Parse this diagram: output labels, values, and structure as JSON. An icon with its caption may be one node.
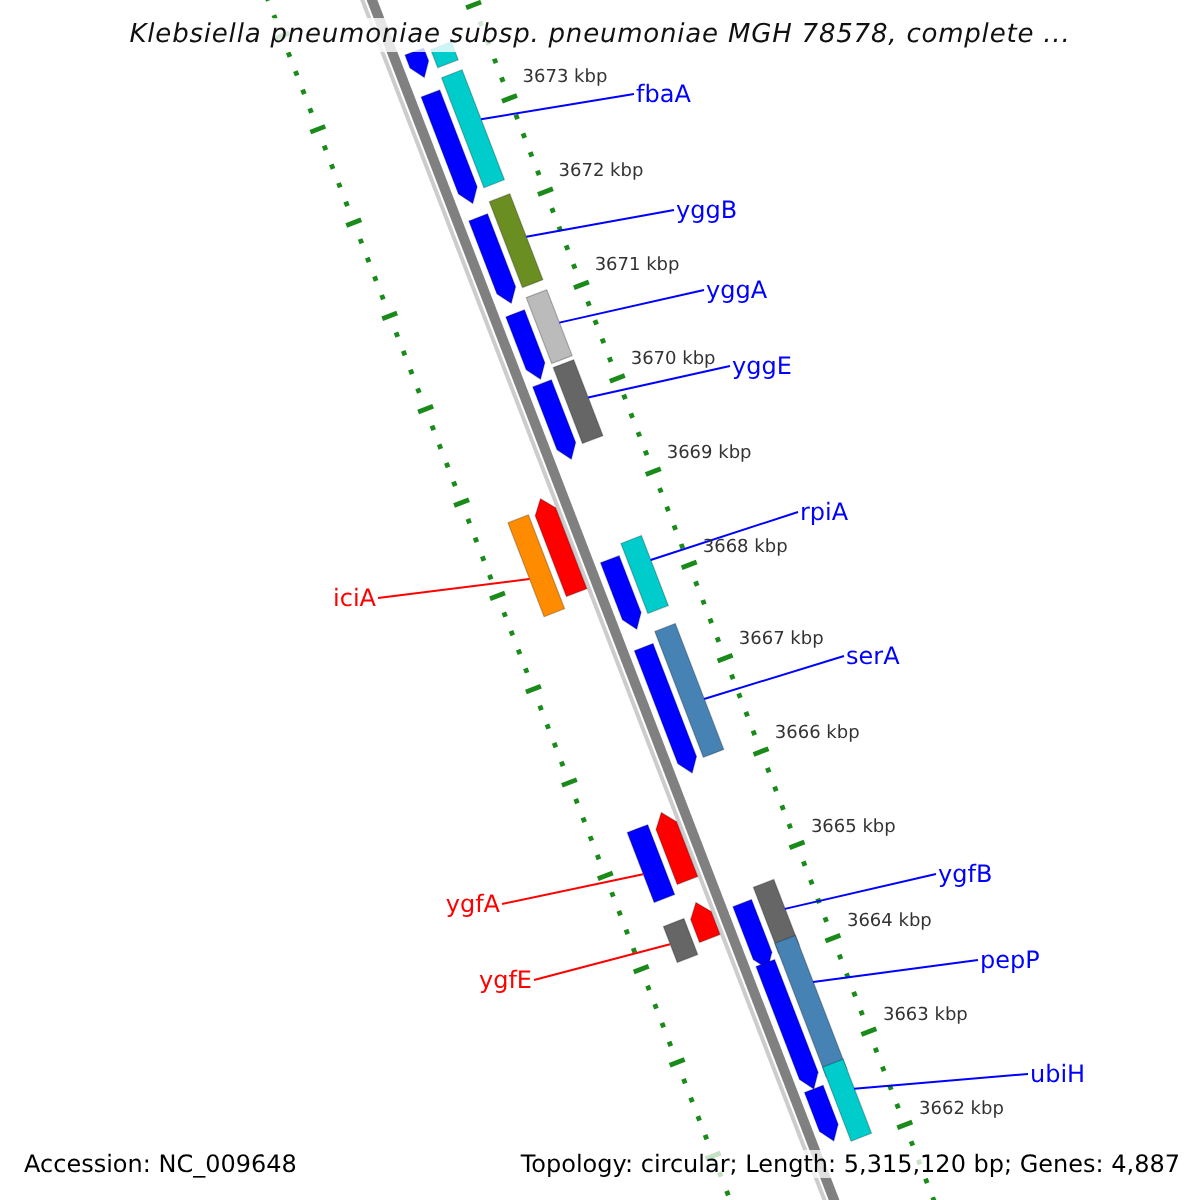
{
  "diagram": {
    "title": "Klebsiella pneumoniae subsp. pneumoniae MGH 78578, complete ...",
    "nodes": [
      {
        "text": [
          "fbaA"
        ]
      },
      {
        "text": [
          "yggB"
        ]
      },
      {
        "text": [
          "yggA"
        ]
      },
      {
        "text": [
          "yggE"
        ]
      },
      {
        "text": [
          "rpiA"
        ]
      },
      {
        "text": [
          "iciA"
        ]
      },
      {
        "text": [
          "serA"
        ]
      },
      {
        "text": [
          "ygfB"
        ]
      },
      {
        "text": [
          "ygfA"
        ]
      },
      {
        "text": [
          "pepP"
        ]
      },
      {
        "text": [
          "ygfE"
        ]
      },
      {
        "text": [
          "ubiH"
        ]
      },
      {
        "text": [],
        "shape": "box"
      },
      {
        "text": [],
        "shape": "box"
      },
      {
        "text": [],
        "shape": "box"
      },
      {
        "text": [],
        "shape": "box"
      },
      {
        "text": [],
        "shape": "box"
      },
      {
        "text": [],
        "shape": "box"
      },
      {
        "text": [],
        "shape": "box"
      },
      {
        "text": [],
        "shape": "box"
      },
      {
        "text": [],
        "shape": "box"
      },
      {
        "text": [],
        "shape": "box"
      },
      {
        "text": [],
        "shape": "box"
      },
      {
        "text": [],
        "shape": "box"
      },
      {
        "text": [],
        "shape": "box"
      },
      {
        "text": [],
        "shape": "arrow"
      },
      {
        "text": [],
        "shape": "arrow"
      },
      {
        "text": [],
        "shape": "arrow"
      },
      {
        "text": [],
        "shape": "arrow"
      },
      {
        "text": [],
        "shape": "arrow"
      },
      {
        "text": [],
        "shape": "arrow"
      },
      {
        "text": [],
        "shape": "arrow"
      },
      {
        "text": [],
        "shape": "arrow"
      },
      {
        "text": [],
        "shape": "arrow"
      },
      {
        "text": [],
        "shape": "arrow"
      },
      {
        "text": [],
        "shape": "arrow"
      },
      {
        "text": [],
        "shape": "arrow"
      },
      {
        "text": [],
        "shape": "arrow"
      }
    ],
    "edges": [
      {
        "from": 0,
        "to": 12,
        "arrow": "none"
      },
      {
        "from": 1,
        "to": 13,
        "arrow": "none"
      },
      {
        "from": 2,
        "to": 14,
        "arrow": "none"
      },
      {
        "from": 3,
        "to": 15,
        "arrow": "none"
      },
      {
        "from": 4,
        "to": 17,
        "arrow": "none"
      },
      {
        "from": 5,
        "to": 16,
        "arrow": "none",
        "color": "#ff0000"
      },
      {
        "from": 6,
        "to": 18,
        "arrow": "none"
      },
      {
        "from": 7,
        "to": 20,
        "arrow": "none"
      },
      {
        "from": 8,
        "to": 19,
        "arrow": "none",
        "color": "#ff0000"
      },
      {
        "from": 9,
        "to": 22,
        "arrow": "none"
      },
      {
        "from": 10,
        "to": 21,
        "arrow": "none",
        "color": "#ff0000"
      },
      {
        "from": 11,
        "to": 23,
        "arrow": "none"
      }
    ],
    "labels": [
      "3673 kbp",
      "3672 kbp",
      "3671 kbp",
      "3670 kbp",
      "3669 kbp",
      "3668 kbp",
      "3667 kbp",
      "3666 kbp",
      "3665 kbp",
      "3664 kbp",
      "3663 kbp",
      "3662 kbp",
      "Accession: NC_009648",
      "Topology: circular; Length: 5,315,120 bp; Genes: 4,887"
    ]
  }
}
